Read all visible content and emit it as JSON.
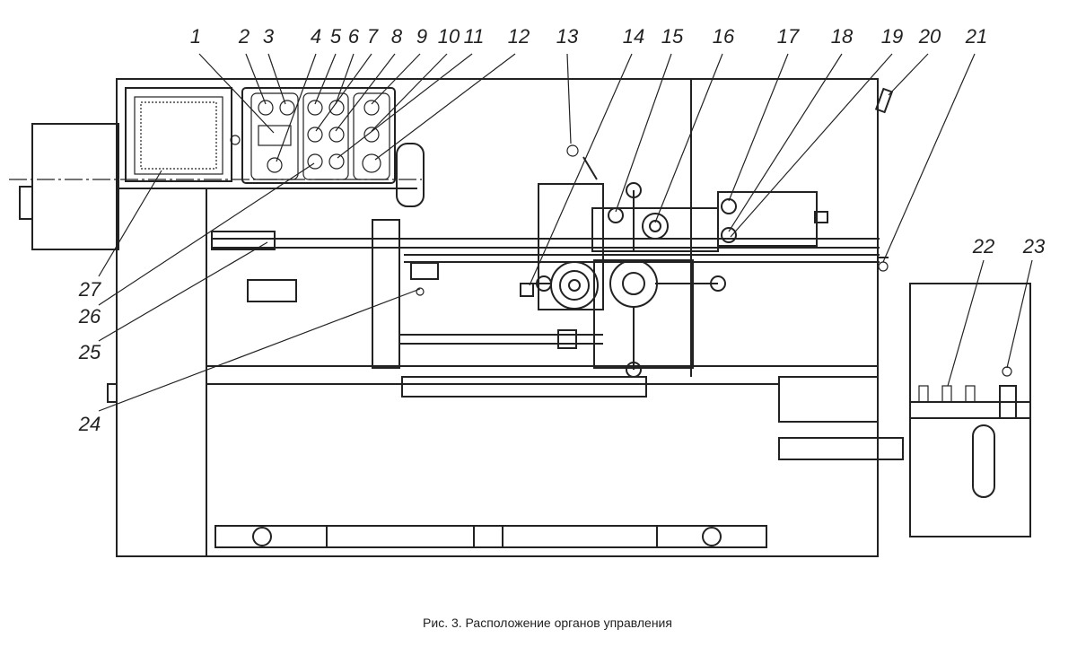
{
  "figure": {
    "caption": "Рис. 3. Расположение органов управления",
    "callouts": [
      "1",
      "2",
      "3",
      "4",
      "5",
      "6",
      "7",
      "8",
      "9",
      "10",
      "11",
      "12",
      "13",
      "14",
      "15",
      "16",
      "17",
      "18",
      "19",
      "20",
      "21",
      "22",
      "23",
      "24",
      "25",
      "26",
      "27"
    ]
  }
}
